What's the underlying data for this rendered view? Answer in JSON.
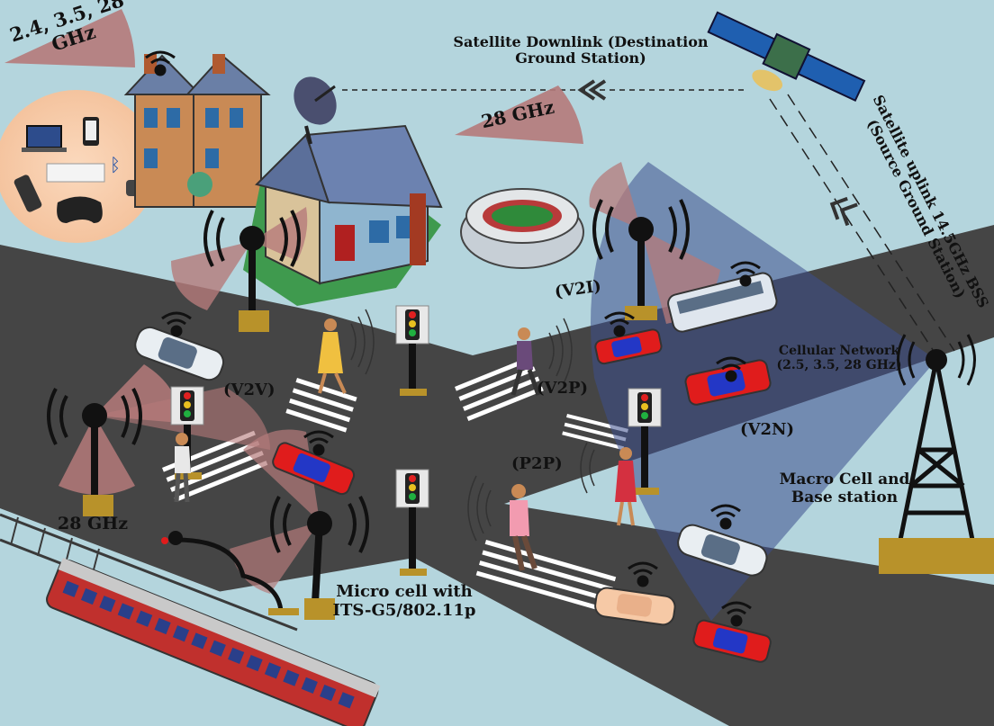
{
  "labels": {
    "band_home": "2.4, 3.5, 28 GHz",
    "sat_downlink": "Satellite Downlink (Destination Ground Station)",
    "sat_downlink_l1": "Satellite Downlink (Destination",
    "sat_downlink_l2": "Ground Station)",
    "sat_uplink_l1": "Satellite uplink 14.5GHz BSS",
    "sat_uplink_l2": "(Source Ground Station)",
    "band_stadium": "28 GHz",
    "v2i": "(V2I)",
    "v2v": "(V2V)",
    "v2p": "(V2P)",
    "v2n": "(V2N)",
    "p2p": "(P2P)",
    "cellular_l1": "Cellular Network",
    "cellular_l2": "(2.5, 3.5, 28 GHz)",
    "macro_l1": "Macro Cell and",
    "macro_l2": "Base station",
    "band_micro": "28 GHz",
    "micro_l1": "Micro cell with",
    "micro_l2": "ITS-G5/802.11p"
  },
  "colors": {
    "background": "#b4d5dd",
    "road": "#454545",
    "sector": "#b57a7a",
    "macro_beam": "#3c4f8c",
    "home_zone": "#f6c9a6",
    "pole": "#111111",
    "pole_base": "#b8922a",
    "car_red": "#e01c1c",
    "car_roof": "#2337c6",
    "train": "#c0302d"
  }
}
